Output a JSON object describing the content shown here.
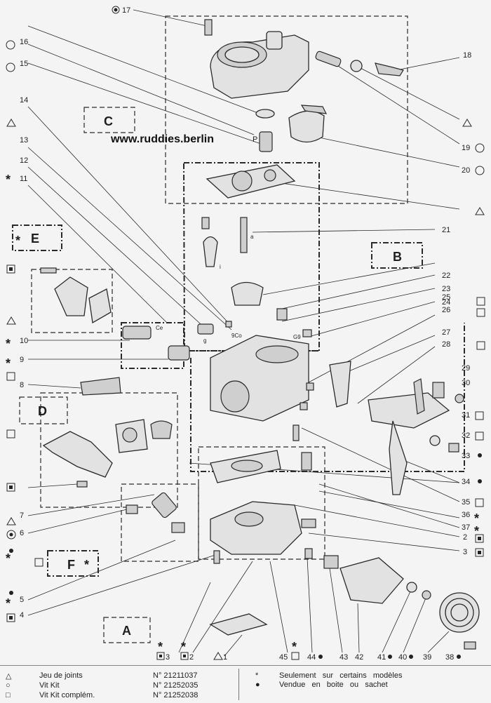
{
  "watermark": "www.ruddies.berlin",
  "section_letters": [
    "A",
    "B",
    "C",
    "D",
    "E",
    "F"
  ],
  "callouts": {
    "n1": "1",
    "n2": "2",
    "n3": "3",
    "n4": "4",
    "n5": "5",
    "n6": "6",
    "n7": "7",
    "n8": "8",
    "n9": "9",
    "n10": "10",
    "n11": "11",
    "n12": "12",
    "n13": "13",
    "n14": "14",
    "n15": "15",
    "n16": "16",
    "n17": "17",
    "n18": "18",
    "n19": "19",
    "n20": "20",
    "n21": "21",
    "n22": "22",
    "n23": "23",
    "n24": "24",
    "n25": "25",
    "n26": "26",
    "n27": "27",
    "n28": "28",
    "n29": "29",
    "n30": "30",
    "n31": "31",
    "n32": "32",
    "n33": "33",
    "n34": "34",
    "n35": "35",
    "n36": "36",
    "n37": "37",
    "n38": "38",
    "n39": "39",
    "n40": "40",
    "n41": "41",
    "n42": "42",
    "n43": "43",
    "n44": "44",
    "n45": "45"
  },
  "small_labels": {
    "p": "P",
    "a": "a",
    "i": "i",
    "ce": "Ce",
    "g": "g",
    "gco": "9Co",
    "g9": "G9"
  },
  "legend": {
    "items": [
      {
        "symbol": "triangle",
        "label": "Jeu de joints",
        "ref": "N° 21211037"
      },
      {
        "symbol": "circle",
        "label": "Vit Kit",
        "ref": "N° 21252035"
      },
      {
        "symbol": "square",
        "label": "Vit Kit complém.",
        "ref": "N° 21252038"
      }
    ],
    "notes": [
      {
        "symbol": "asterisk",
        "text": "Seulement   sur   certains   modèles"
      },
      {
        "symbol": "dot",
        "text": "Vendue   en   boite   ou   sachet"
      }
    ]
  }
}
